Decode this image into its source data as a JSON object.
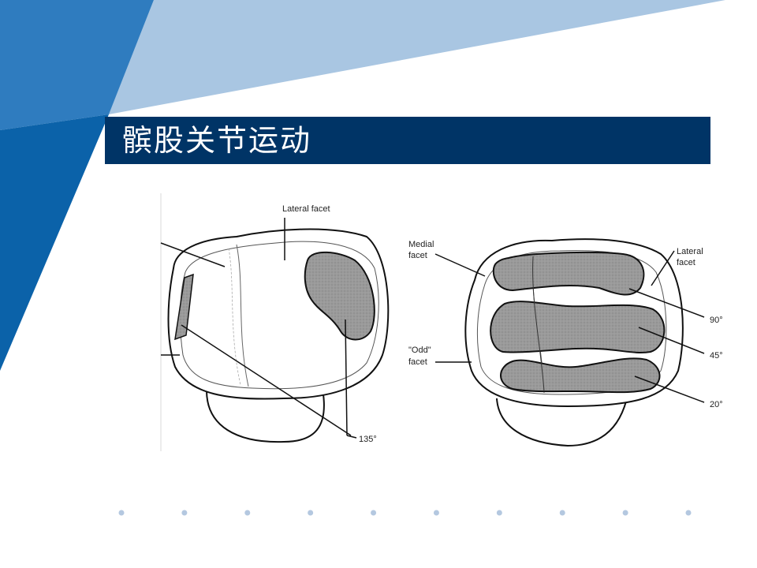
{
  "slide": {
    "title": "髌股关节运动",
    "colors": {
      "title_bar": "#003466",
      "triangle_dark": "#0b62a9",
      "triangle_mid": "#2f7cbf",
      "triangle_light": "#a9c6e2",
      "patch_fill": "#9a9a9a"
    }
  },
  "figure": {
    "left": {
      "lateral_facet": "Lateral facet",
      "angle_135": "135°"
    },
    "right": {
      "medial_facet_1": "Medial",
      "medial_facet_2": "facet",
      "lateral_facet_1": "Lateral",
      "lateral_facet_2": "facet",
      "odd_facet_1": "\"Odd\"",
      "odd_facet_2": "facet",
      "angle_90": "90°",
      "angle_45": "45°",
      "angle_20": "20°"
    }
  },
  "footer": {
    "dot_count": 10
  }
}
